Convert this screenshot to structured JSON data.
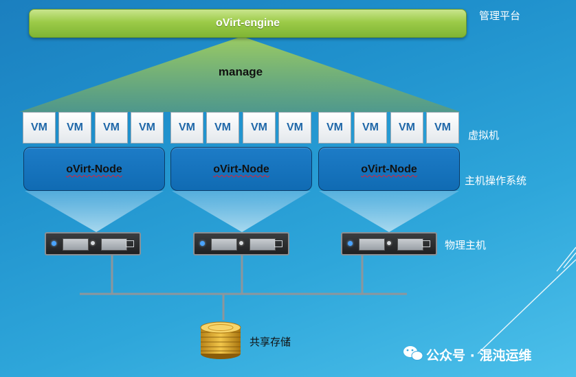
{
  "engine": {
    "label": "oVirt-engine",
    "side_label": "管理平台"
  },
  "manage": {
    "label": "manage"
  },
  "vms": {
    "label": "VM",
    "count": 12,
    "side_label": "虚拟机"
  },
  "nodes": {
    "labels": [
      "oVirt-Node",
      "oVirt-Node",
      "oVirt-Node"
    ],
    "side_label": "主机操作系统"
  },
  "physical": {
    "count": 3,
    "side_label": "物理主机"
  },
  "storage": {
    "label": "共享存储"
  },
  "watermark": {
    "text": "公众号 · 混沌运维"
  },
  "colors": {
    "background": "#1f90cc",
    "engine_bar": "#9ccb48",
    "node_box": "#106bb3",
    "vm_text": "#1f67a8"
  },
  "icons": [
    "server-icon",
    "database-icon",
    "wechat-icon"
  ]
}
